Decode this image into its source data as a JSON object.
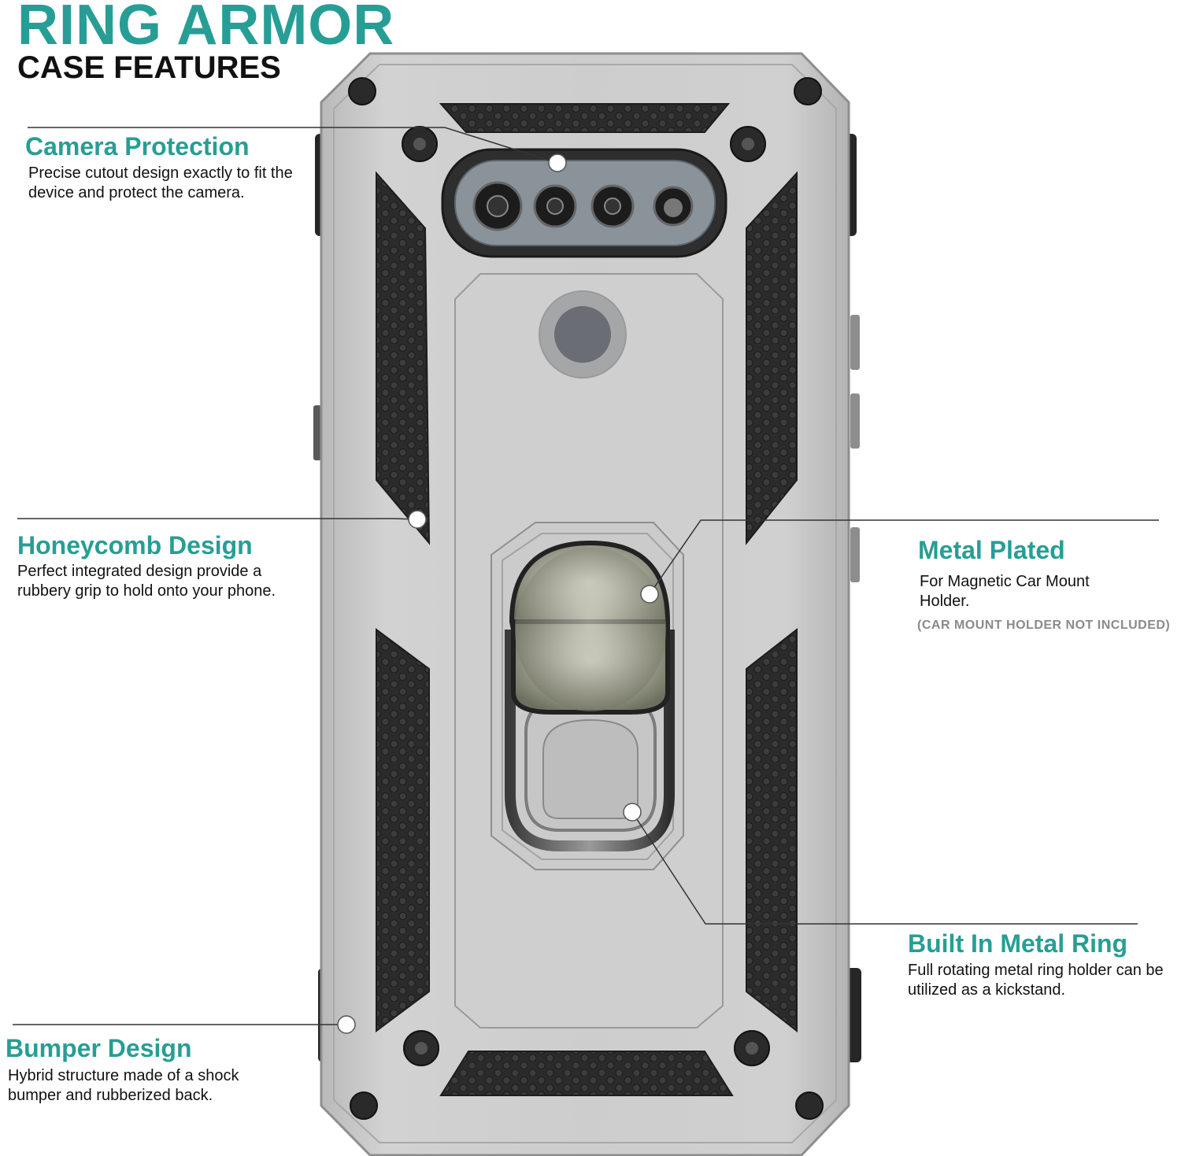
{
  "header": {
    "title": "RING ARMOR",
    "subtitle": "CASE FEATURES"
  },
  "colors": {
    "accent": "#279e95",
    "text": "#111111",
    "note": "#8a8a8a",
    "case_silver": "#c9c9c9",
    "case_dark": "#262626",
    "ring_metal": "#a8a89a"
  },
  "features": {
    "camera": {
      "title": "Camera Protection",
      "description": "Precise cutout design exactly to fit the device and protect the camera."
    },
    "honeycomb": {
      "title": "Honeycomb Design",
      "description": "Perfect integrated design provide a rubbery grip to hold onto your phone."
    },
    "metal_plated": {
      "title": "Metal Plated",
      "description": "For Magnetic Car Mount Holder.",
      "note": "(CAR MOUNT HOLDER NOT INCLUDED)"
    },
    "metal_ring": {
      "title": "Built In Metal Ring",
      "description": "Full rotating metal ring holder can be utilized as a kickstand."
    },
    "bumper": {
      "title": "Bumper Design",
      "description": "Hybrid structure made of a shock bumper and rubberized back."
    }
  }
}
